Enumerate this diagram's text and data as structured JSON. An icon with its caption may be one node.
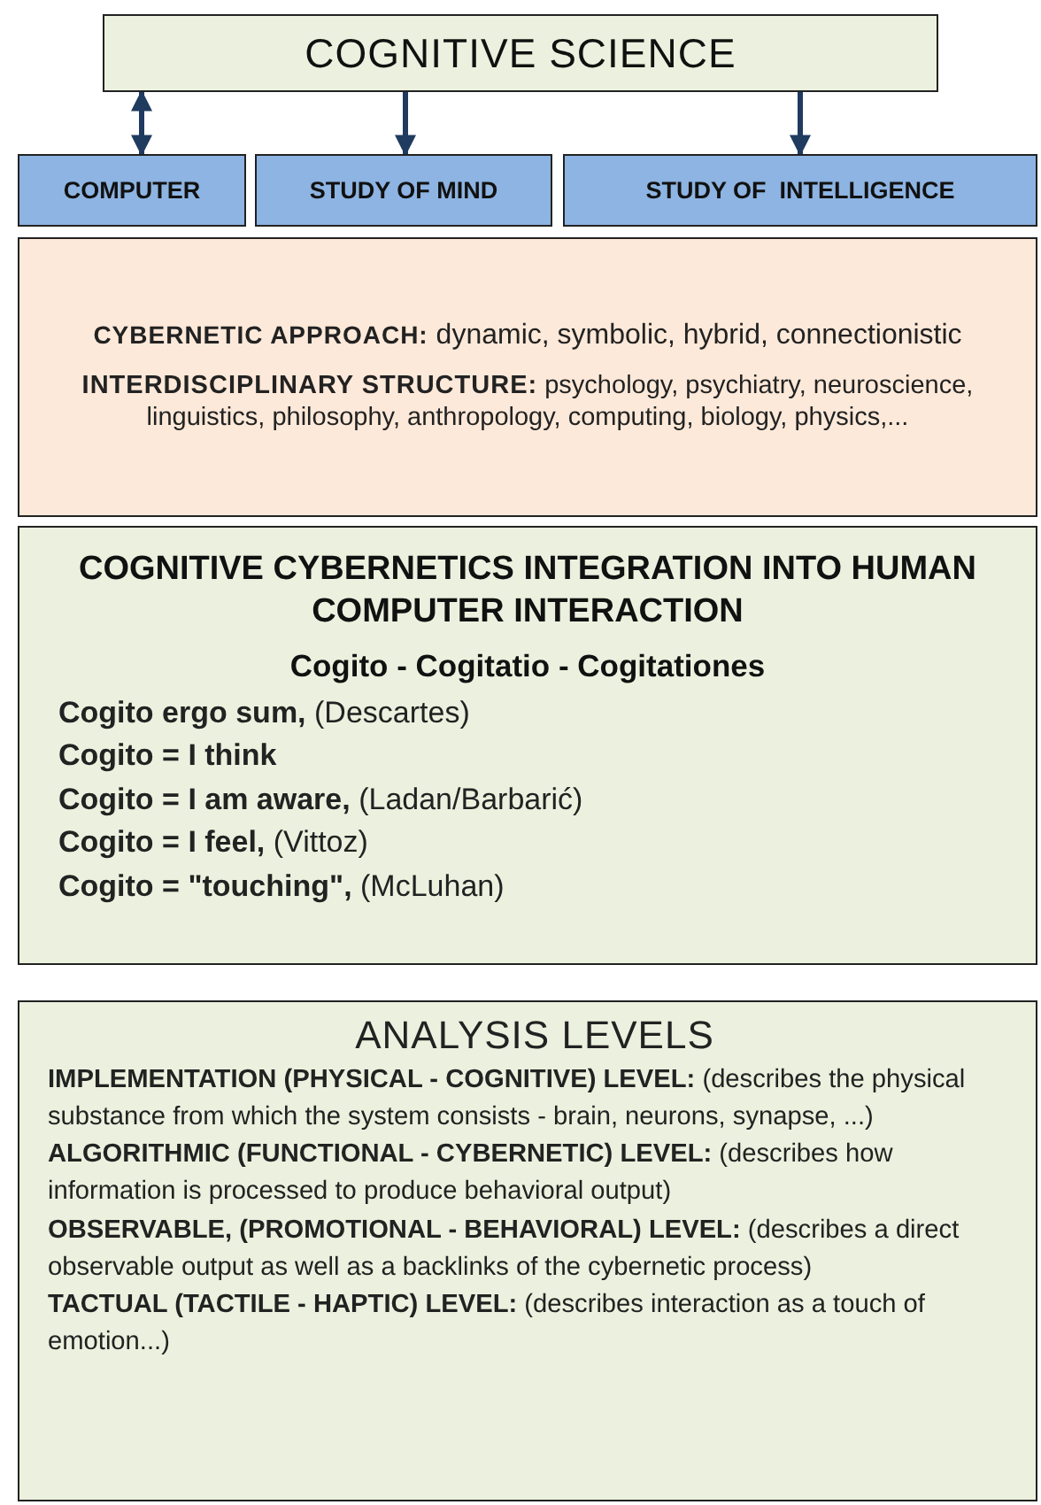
{
  "diagram": {
    "nodes": [
      {
        "text": [
          "COGNITIVE SCIENCE"
        ]
      },
      {
        "text": [
          "COMPUTER"
        ]
      },
      {
        "text": [
          "STUDY OF MIND"
        ]
      },
      {
        "text": [
          "STUDY OF  INTELLIGENCE"
        ]
      },
      {
        "text": [
          "**CYBERNETIC APPROACH:** dynamic, symbolic, hybrid, connectionistic",
          "**INTERDISCIPLINARY STRUCTURE:** psychology, psychiatry, neuroscience, linguistics, philosophy, anthropology, computing, biology, physics,..."
        ]
      },
      {
        "text": [
          "COGNITIVE CYBERNETICS INTEGRATION INTO HUMAN COMPUTER INTERACTION",
          "Cogito - Cogitatio - Cogitationes",
          "**Cogito ergo sum,** (Descartes)",
          "**Cogito = I think**",
          "**Cogito = I am aware,** (Ladan/Barbarić)",
          "**Cogito = I feel,** (Vittoz)",
          "**Cogito = \"touching\",** (McLuhan)"
        ]
      },
      {
        "text": [
          "ANALYSIS LEVELS",
          "**IMPLEMENTATION (PHYSICAL - COGNITIVE) LEVEL:** (describes the physical substance from which the system consists - brain, neurons, synapse, ...)",
          "**ALGORITHMIC (FUNCTIONAL - CYBERNETIC) LEVEL:** (describes how information is processed to produce behavioral output)",
          "**OBSERVABLE, (PROMOTIONAL - BEHAVIORAL) LEVEL:** (describes a direct observable output as well as a backlinks of the cybernetic process)",
          "**TACTUAL (TACTILE  - HAPTIC) LEVEL:** (describes interaction as a touch of emotion...)"
        ]
      }
    ],
    "edges": [
      {
        "from": 0,
        "to": 1,
        "arrow": "both"
      },
      {
        "from": 0,
        "to": 2,
        "arrow": "to"
      },
      {
        "from": 0,
        "to": 3,
        "arrow": "to"
      }
    ]
  }
}
